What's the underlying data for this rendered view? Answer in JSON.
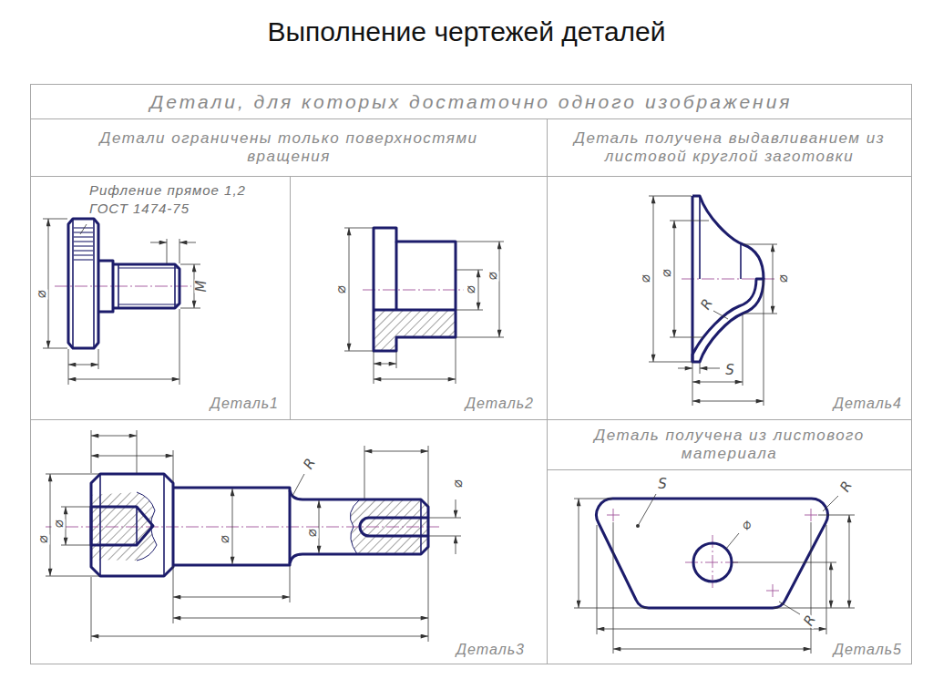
{
  "diagram": {
    "title": "Выполнение чертежей деталей",
    "nodes": [
      {
        "text": [
          "Детали, для которых достаточно одного изображения"
        ]
      },
      {
        "text": [
          "Детали ограничены только поверхностями вращения"
        ]
      },
      {
        "text": [
          "Деталь получена выдавливанием из листовой круглой заготовки"
        ]
      },
      {
        "text": [
          "Деталь1"
        ]
      },
      {
        "text": [
          "Деталь2"
        ]
      },
      {
        "text": [
          "Деталь4"
        ]
      },
      {
        "text": [
          "Деталь3"
        ]
      },
      {
        "text": [
          "Деталь получена из листового материала"
        ]
      },
      {
        "text": [
          "Деталь5"
        ]
      }
    ],
    "labels": [
      "Рифление прямое 1,2 ГОСТ 1474-75",
      "⌀",
      "M",
      "⌀",
      "⌀",
      "⌀",
      "⌀",
      "⌀",
      "⌀",
      "R",
      "S",
      "⌀",
      "⌀",
      "⌀",
      "⌀",
      "⌀",
      "R",
      "S",
      "R",
      "⌀",
      "R"
    ]
  }
}
